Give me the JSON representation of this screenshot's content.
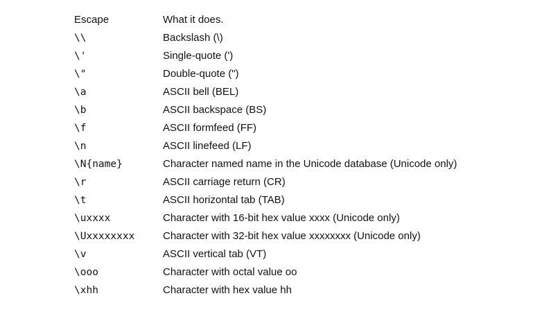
{
  "table": {
    "headers": {
      "escape": "Escape",
      "description": "What it does."
    },
    "rows": [
      {
        "escape": "\\\\",
        "description": "Backslash (\\)"
      },
      {
        "escape": "\\'",
        "description": "Single-quote (')"
      },
      {
        "escape": "\\\"",
        "description": "Double-quote (\")"
      },
      {
        "escape": "\\a",
        "description": "ASCII bell (BEL)"
      },
      {
        "escape": "\\b",
        "description": "ASCII backspace (BS)"
      },
      {
        "escape": "\\f",
        "description": "ASCII formfeed (FF)"
      },
      {
        "escape": "\\n",
        "description": "ASCII linefeed (LF)"
      },
      {
        "escape": "\\N{name}",
        "description": "Character named name in the Unicode database (Unicode only)"
      },
      {
        "escape": "\\r",
        "description": "ASCII carriage return (CR)"
      },
      {
        "escape": "\\t",
        "description": "ASCII horizontal tab (TAB)"
      },
      {
        "escape": "\\uxxxx",
        "description": "Character with 16-bit hex value xxxx (Unicode only)"
      },
      {
        "escape": "\\Uxxxxxxxx",
        "description": "Character with 32-bit hex value xxxxxxxx (Unicode only)"
      },
      {
        "escape": "\\v",
        "description": "ASCII vertical tab (VT)"
      },
      {
        "escape": "\\ooo",
        "description": "Character with octal value oo"
      },
      {
        "escape": "\\xhh",
        "description": "Character with hex value hh"
      }
    ]
  }
}
